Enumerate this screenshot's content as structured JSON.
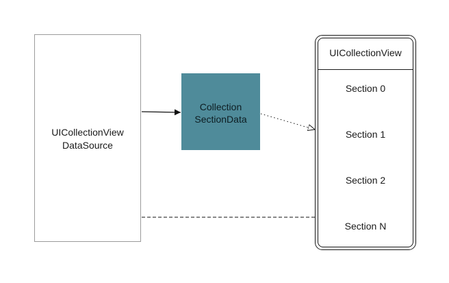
{
  "nodes": {
    "datasource": {
      "label_line1": "UICollectionView",
      "label_line2": "DataSource"
    },
    "section_data": {
      "label_line1": "Collection",
      "label_line2": "SectionData",
      "fill_color": "#4f8b9a"
    },
    "collection_view": {
      "title": "UICollectionView",
      "sections": [
        "Section 0",
        "Section 1",
        "Section 2",
        "Section N"
      ]
    }
  },
  "edges": [
    {
      "from": "datasource",
      "to": "section_data",
      "style": "solid",
      "head": "filled-arrow"
    },
    {
      "from": "section_data",
      "to": "collection_view.sections.1",
      "style": "dotted",
      "head": "open-triangle"
    },
    {
      "from": "datasource",
      "to": "collection_view.sections.3",
      "style": "dashed",
      "head": "none"
    }
  ]
}
